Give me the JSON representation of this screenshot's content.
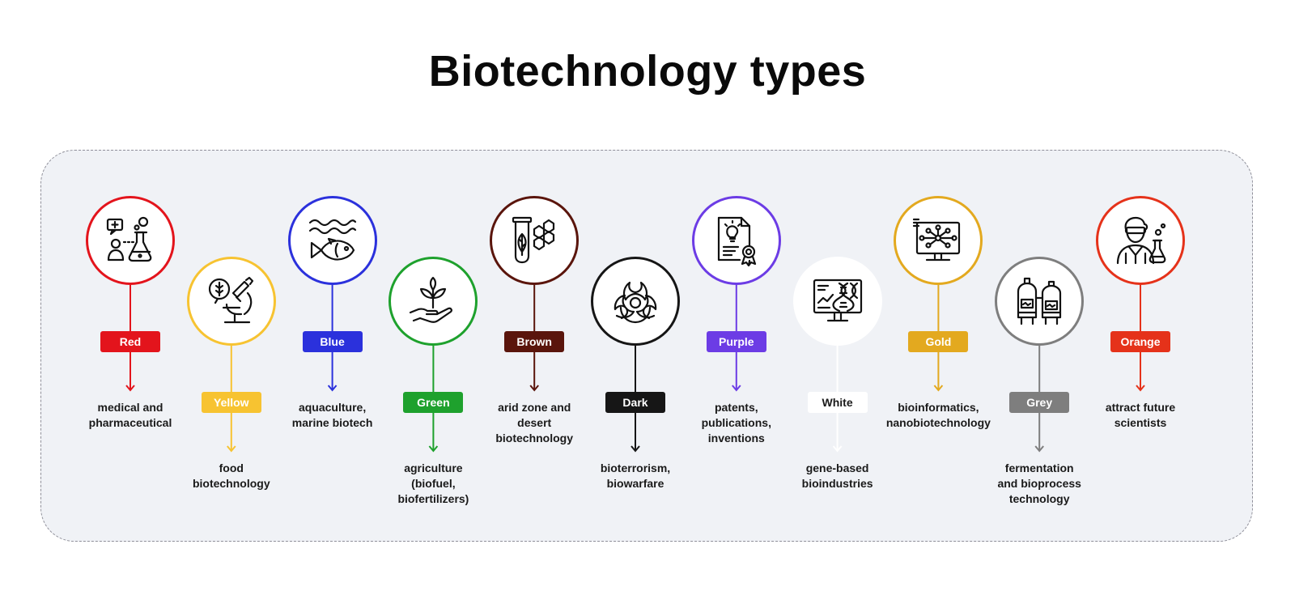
{
  "title": "Biotechnology types",
  "colors": {
    "red": "#e3141c",
    "yellow": "#f7c331",
    "blue": "#2b31dc",
    "green": "#1ea12d",
    "brown": "#5a150c",
    "dark": "#161616",
    "purple": "#6c3ce5",
    "white": "#ffffff",
    "gold": "#e3a91f",
    "grey": "#7e7e7e",
    "orange": "#e5321a"
  },
  "types": [
    {
      "id": "red",
      "label": "Red",
      "color": "#e3141c",
      "icon": "pharma-lab-icon",
      "description": [
        "medical and",
        "pharmaceutical"
      ]
    },
    {
      "id": "yellow",
      "label": "Yellow",
      "color": "#f7c331",
      "icon": "microscope-food-icon",
      "description": [
        "food",
        "biotechnology"
      ]
    },
    {
      "id": "blue",
      "label": "Blue",
      "color": "#2b31dc",
      "icon": "fish-waves-icon",
      "description": [
        "aquaculture,",
        "marine biotech"
      ]
    },
    {
      "id": "green",
      "label": "Green",
      "color": "#1ea12d",
      "icon": "plant-hand-icon",
      "description": [
        "agriculture",
        "(biofuel,",
        "biofertilizers)"
      ]
    },
    {
      "id": "brown",
      "label": "Brown",
      "color": "#5a150c",
      "icon": "test-tube-leaf-icon",
      "description": [
        "arid zone and",
        "desert",
        "biotechnology"
      ]
    },
    {
      "id": "dark",
      "label": "Dark",
      "color": "#161616",
      "icon": "biohazard-icon",
      "description": [
        "bioterrorism,",
        "biowarfare"
      ]
    },
    {
      "id": "purple",
      "label": "Purple",
      "color": "#6c3ce5",
      "icon": "patent-certificate-icon",
      "description": [
        "patents,",
        "publications,",
        "inventions"
      ]
    },
    {
      "id": "white",
      "label": "White",
      "color": "#ffffff",
      "icon": "dna-monitor-icon",
      "description": [
        "gene-based",
        "bioindustries"
      ]
    },
    {
      "id": "gold",
      "label": "Gold",
      "color": "#e3a91f",
      "icon": "network-monitor-icon",
      "description": [
        "bioinformatics,",
        "nanobiotechnology"
      ]
    },
    {
      "id": "grey",
      "label": "Grey",
      "color": "#7e7e7e",
      "icon": "fermentation-tanks-icon",
      "description": [
        "fermentation",
        "and bioprocess",
        "technology"
      ]
    },
    {
      "id": "orange",
      "label": "Orange",
      "color": "#e5321a",
      "icon": "scientist-icon",
      "description": [
        "attract future",
        "scientists"
      ]
    }
  ]
}
